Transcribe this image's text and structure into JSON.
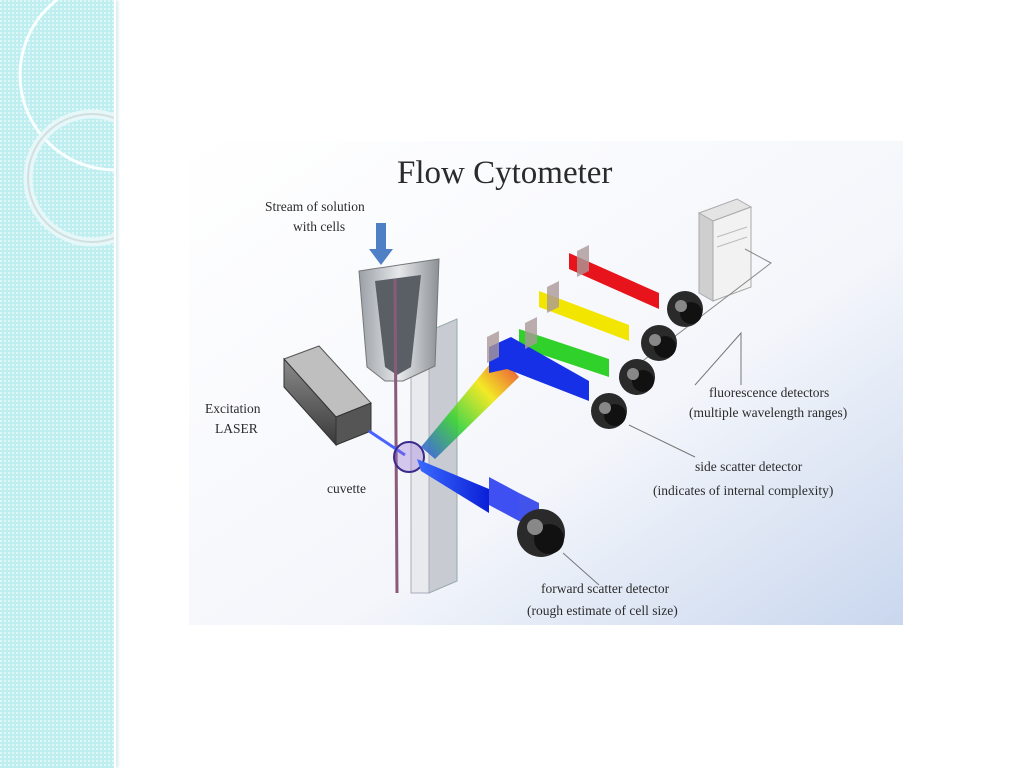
{
  "figure": {
    "title": "Flow Cytometer",
    "labels": {
      "stream_line1": "Stream of solution",
      "stream_line2": "with cells",
      "laser_line1": "Excitation",
      "laser_line2": "LASER",
      "cuvette": "cuvette",
      "fluorescence_line1": "fluorescence detectors",
      "fluorescence_line2": "(multiple wavelength ranges)",
      "side_scatter_line1": "side scatter detector",
      "side_scatter_line2": "(indicates of internal complexity)",
      "forward_scatter_line1": "forward scatter detector",
      "forward_scatter_line2": "(rough estimate of cell size)"
    },
    "colors": {
      "beam_red": "#e8141c",
      "beam_yellow": "#f2e600",
      "beam_green": "#2fd12a",
      "beam_blue": "#1530e6",
      "sidebar": "#bfeef0",
      "background": "#ffffff"
    }
  }
}
